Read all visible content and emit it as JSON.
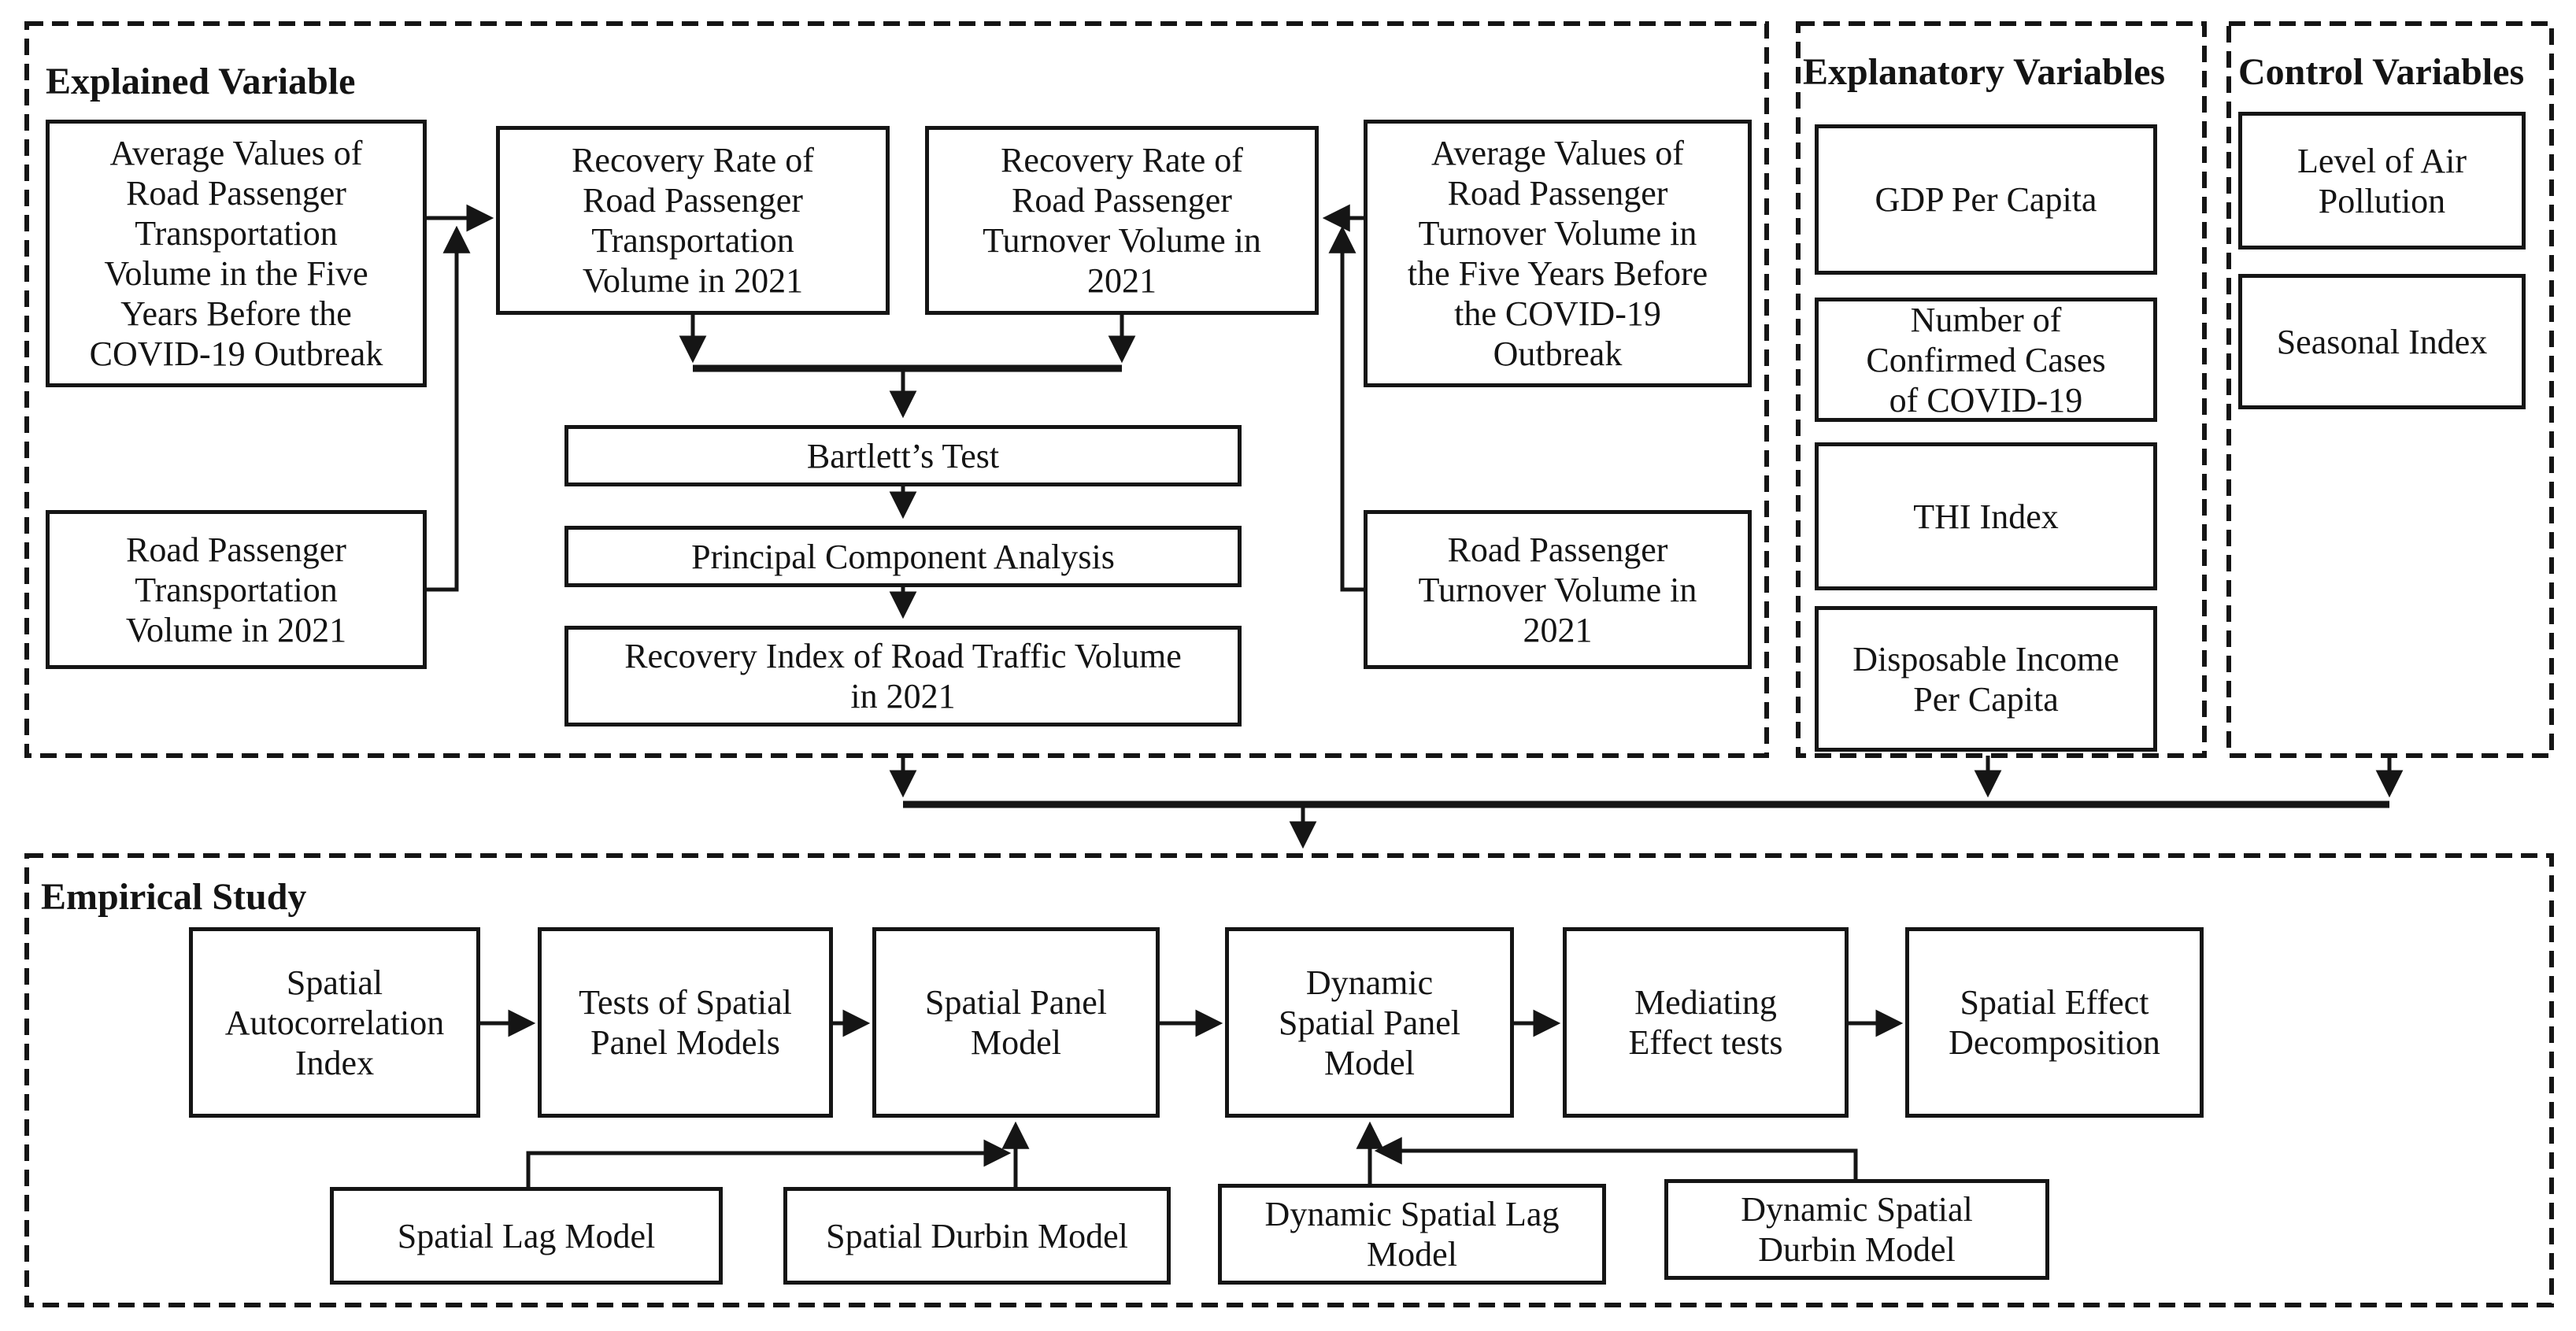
{
  "figure": {
    "type": "research-framework-flowchart",
    "colors": {
      "background": "#ffffff",
      "line": "#151515",
      "text": "#141414"
    }
  },
  "sections": {
    "explained": {
      "title": "Explained Variable",
      "boxes": {
        "avg_transport_volume": "Average Values of\nRoad Passenger\nTransportation\nVolume in the Five\nYears Before the\nCOVID-19 Outbreak",
        "transport_volume_2021": "Road Passenger\nTransportation\nVolume in 2021",
        "recovery_rate_transport": "Recovery Rate of\nRoad Passenger\nTransportation\nVolume in 2021",
        "recovery_rate_turnover": "Recovery Rate of\nRoad Passenger\nTurnover Volume in\n2021",
        "avg_turnover_volume": "Average Values of\nRoad Passenger\nTurnover Volume in\nthe Five Years Before\nthe COVID-19\nOutbreak",
        "turnover_volume_2021": "Road Passenger\nTurnover Volume in\n2021",
        "bartletts_test": "Bartlett’s Test",
        "pca": "Principal Component Analysis",
        "recovery_index": "Recovery Index of Road Traffic Volume\nin 2021"
      }
    },
    "explanatory": {
      "title": "Explanatory Variables",
      "boxes": {
        "gdp_per_capita": "GDP Per Capita",
        "confirmed_cases": "Number of\nConfirmed Cases\nof COVID-19",
        "thi_index": "THI Index",
        "disposable_income": "Disposable Income\nPer Capita"
      }
    },
    "control": {
      "title": "Control Variables",
      "boxes": {
        "air_pollution": "Level of Air\nPollution",
        "seasonal_index": "Seasonal Index"
      }
    },
    "empirical": {
      "title": "Empirical Study",
      "boxes": {
        "spatial_autocorrelation": "Spatial\nAutocorrelation\nIndex",
        "tests_spatial_panel": "Tests of Spatial\nPanel Models",
        "spatial_panel_model": "Spatial Panel\nModel",
        "dynamic_spatial_panel_model": "Dynamic\nSpatial Panel\nModel",
        "mediating_effect_tests": "Mediating\nEffect tests",
        "spatial_effect_decomposition": "Spatial Effect\nDecomposition",
        "spatial_lag_model": "Spatial Lag Model",
        "spatial_durbin_model": "Spatial Durbin Model",
        "dynamic_spatial_lag_model": "Dynamic Spatial Lag\nModel",
        "dynamic_spatial_durbin_model": "Dynamic Spatial\nDurbin Model"
      }
    }
  }
}
